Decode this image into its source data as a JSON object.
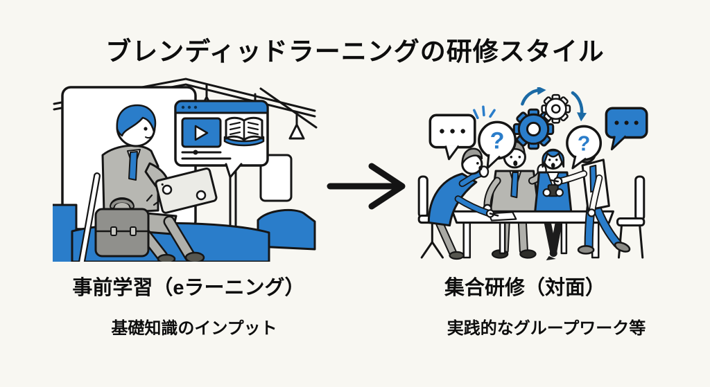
{
  "slide": {
    "title": "ブレンディッドラーニングの研修スタイル",
    "background_color": "#f8f7f2",
    "accent_color": "#2a7dca",
    "cycle_arrow_color": "#1b6aa5",
    "outline_color": "#151515",
    "question_mark": "?",
    "flow": [
      {
        "caption": "事前学習（eラーニング）",
        "description": "基礎知識のインプット",
        "illustration": "businessman-on-train-studying-with-tablet",
        "illustration_icons": [
          "browser-window-icon",
          "play-icon",
          "open-book-icon",
          "tablet",
          "briefcase-icon",
          "train-window",
          "hand-strap-icon",
          "train-seat"
        ]
      },
      {
        "caption": "集合研修（対面）",
        "description": "実践的なグループワーク等",
        "illustration": "four-people-group-discussion-at-table",
        "illustration_icons": [
          "speech-bubble-dots-icon",
          "question-bubble-icon",
          "gear-icon",
          "cycle-arrows-icon",
          "meeting-table",
          "office-chair"
        ]
      }
    ],
    "connector": {
      "type": "arrow-right"
    }
  }
}
